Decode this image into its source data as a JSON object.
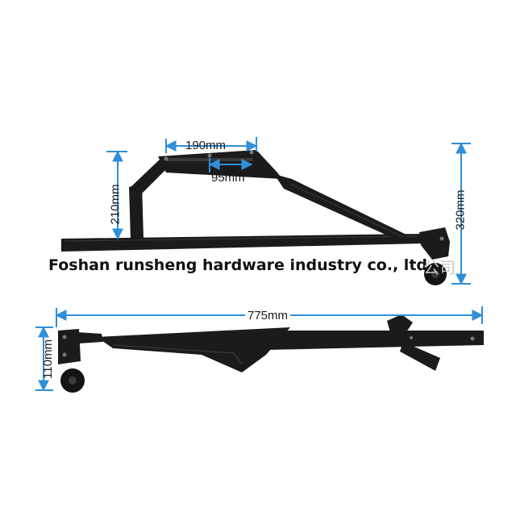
{
  "watermark": {
    "company": "Foshan runsheng hardware industry co., ltd",
    "cn_fragment": "公司"
  },
  "dimensions": {
    "top_width": "190mm",
    "top_hole_spacing": "95mm",
    "left_height": "210mm",
    "right_height": "320mm",
    "total_length": "775mm",
    "bottom_height": "110mm"
  },
  "colors": {
    "arrow": "#2f8fd8",
    "metal": "#1b1b1b",
    "metal_highlight": "#3a3a3a",
    "background": "#ffffff"
  }
}
